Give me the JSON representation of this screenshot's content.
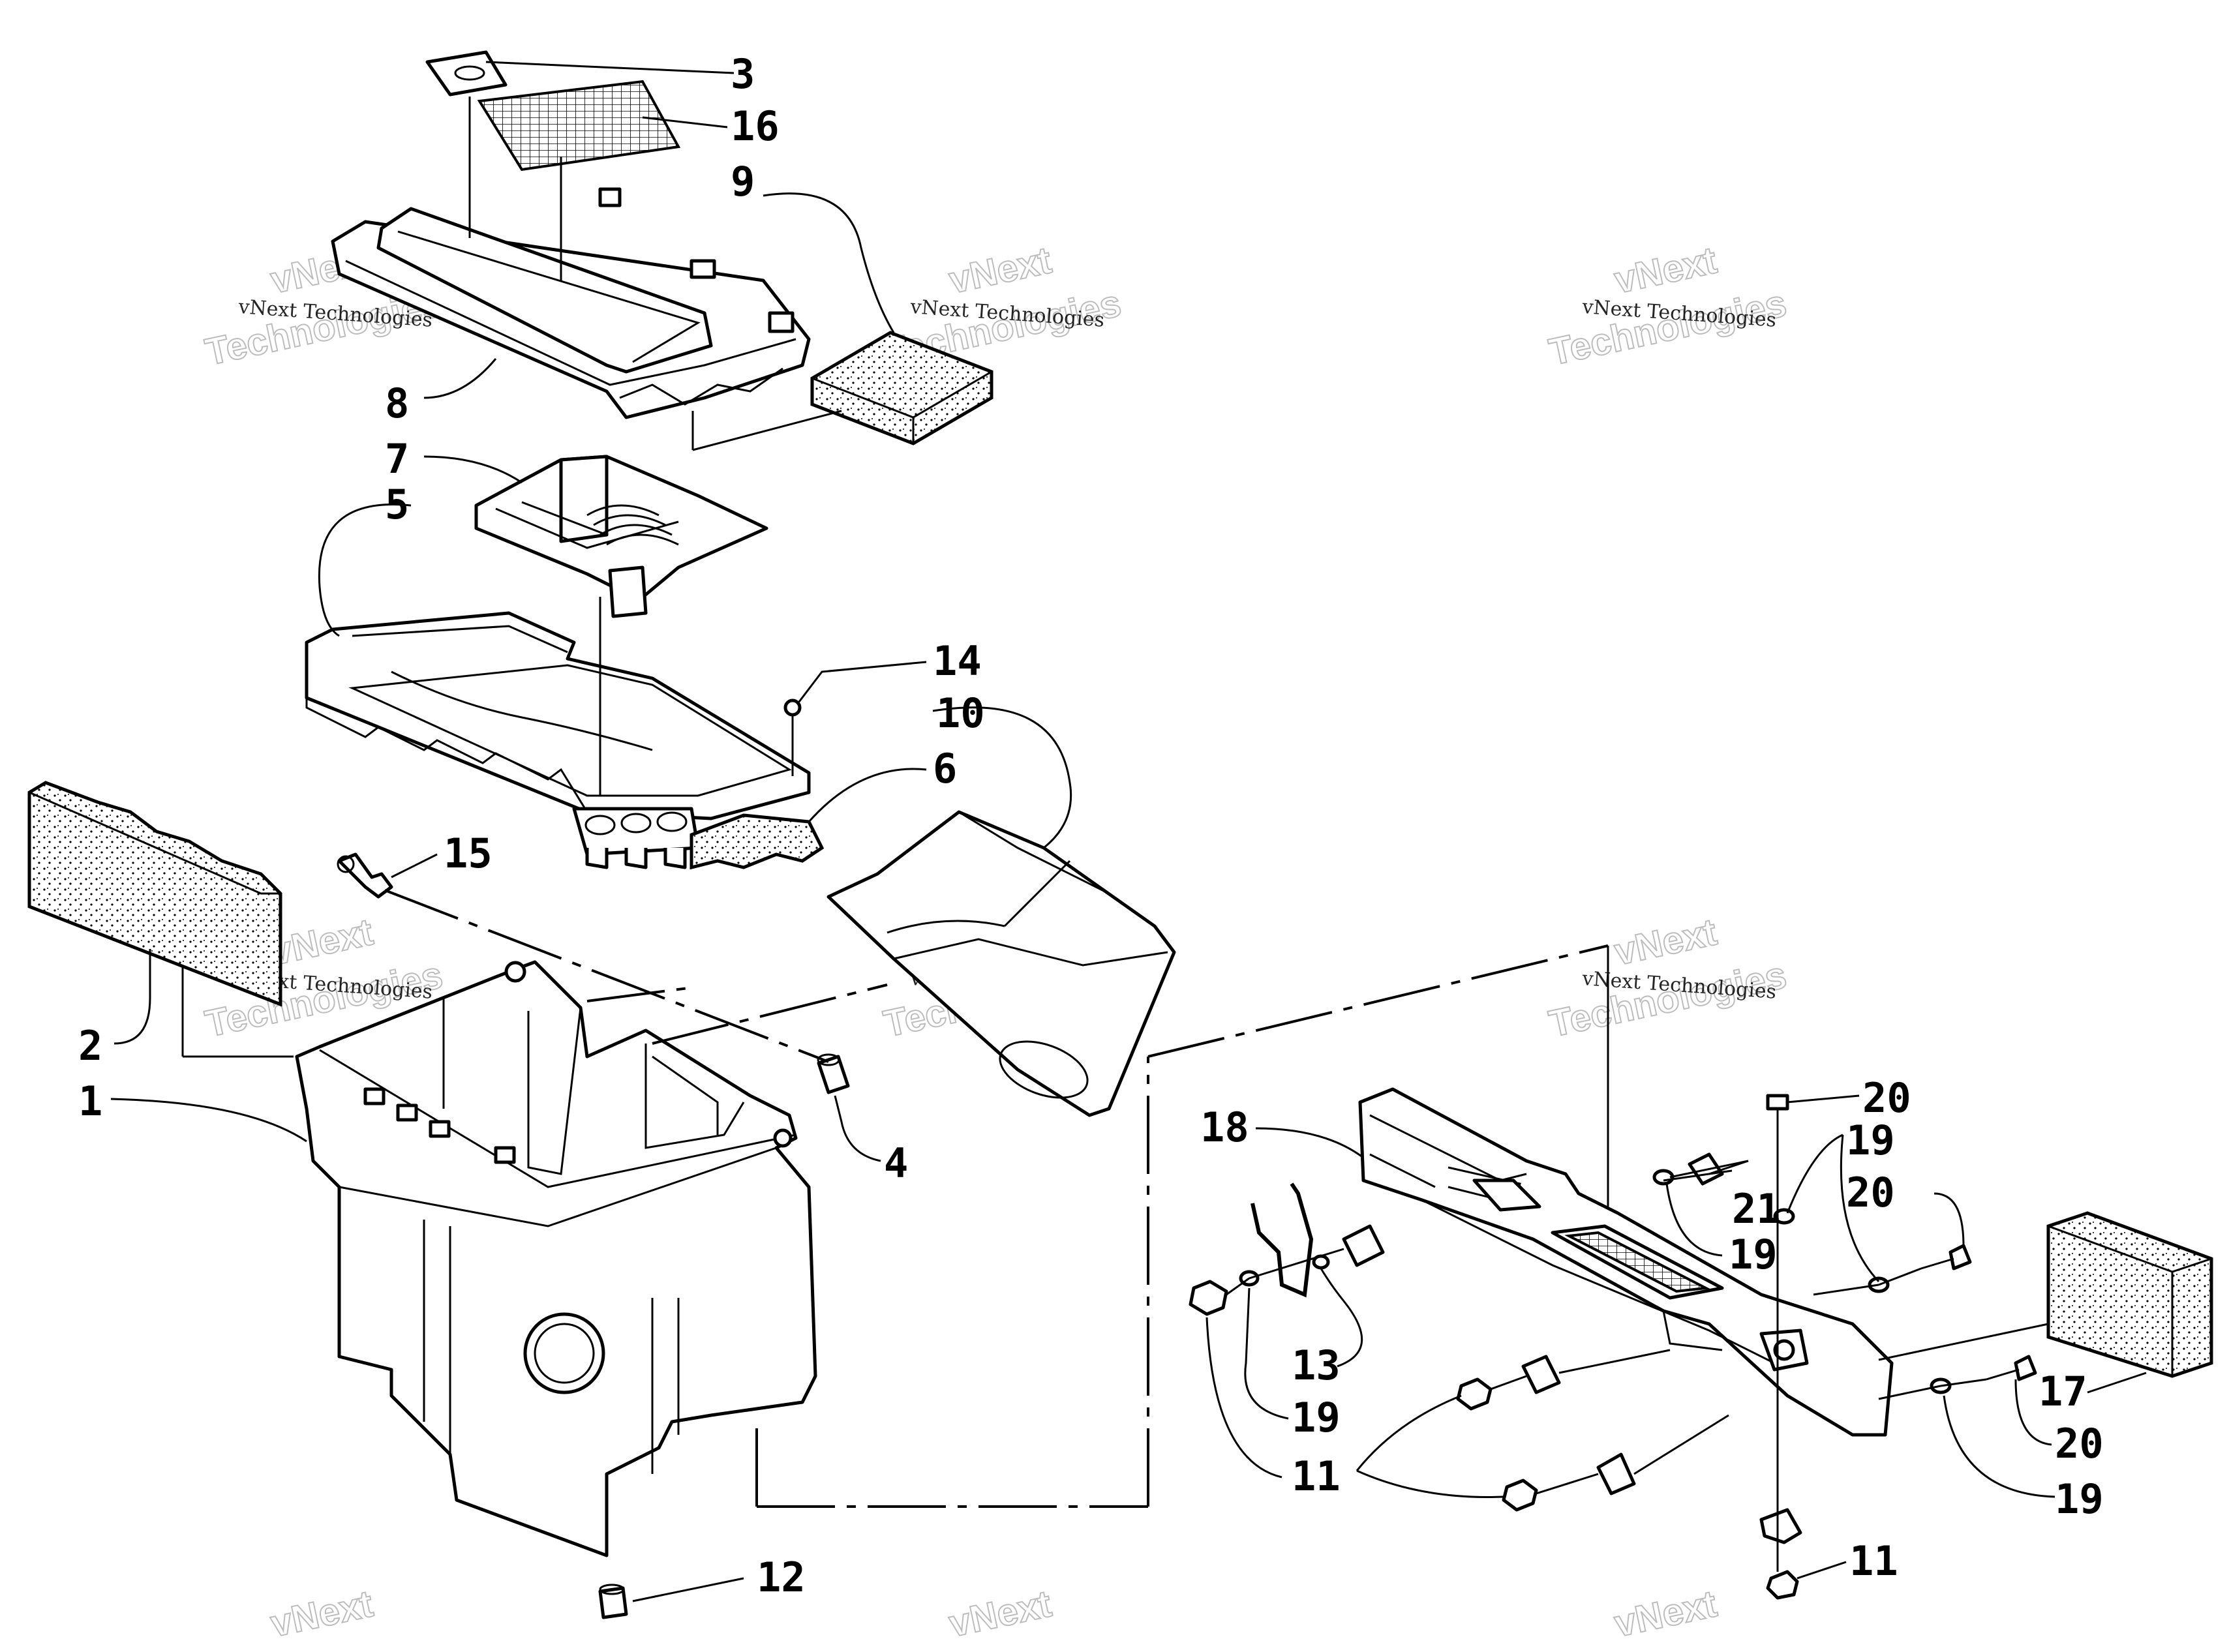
{
  "watermark": {
    "text": "vNext Technologies",
    "line1": "vNext",
    "line2": "Technologies"
  },
  "callouts": [
    {
      "id": "3",
      "label": "3"
    },
    {
      "id": "16",
      "label": "16"
    },
    {
      "id": "9",
      "label": "9"
    },
    {
      "id": "8",
      "label": "8"
    },
    {
      "id": "7",
      "label": "7"
    },
    {
      "id": "5",
      "label": "5"
    },
    {
      "id": "14",
      "label": "14"
    },
    {
      "id": "10",
      "label": "10"
    },
    {
      "id": "6",
      "label": "6"
    },
    {
      "id": "15",
      "label": "15"
    },
    {
      "id": "2",
      "label": "2"
    },
    {
      "id": "1",
      "label": "1"
    },
    {
      "id": "4",
      "label": "4"
    },
    {
      "id": "12",
      "label": "12"
    },
    {
      "id": "18",
      "label": "18"
    },
    {
      "id": "20a",
      "label": "20"
    },
    {
      "id": "19a",
      "label": "19"
    },
    {
      "id": "20b",
      "label": "20"
    },
    {
      "id": "21",
      "label": "21"
    },
    {
      "id": "19b",
      "label": "19"
    },
    {
      "id": "13",
      "label": "13"
    },
    {
      "id": "19c",
      "label": "19"
    },
    {
      "id": "11a",
      "label": "11"
    },
    {
      "id": "17",
      "label": "17"
    },
    {
      "id": "20c",
      "label": "20"
    },
    {
      "id": "19d",
      "label": "19"
    },
    {
      "id": "11b",
      "label": "11"
    }
  ],
  "colors": {
    "ink": "#000000",
    "paper": "#ffffff",
    "watermark": "#bdbdbd"
  }
}
